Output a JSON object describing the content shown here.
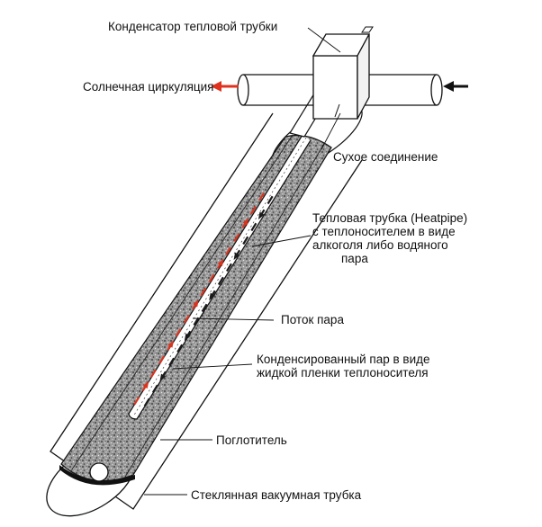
{
  "labels": {
    "condenser": "Конденсатор тепловой трубки",
    "solar_circulation": "Солнечная циркуляция",
    "dry_connection": "Сухое соединение",
    "heatpipe_line1": "Тепловая трубка (Heatpipe)",
    "heatpipe_line2": "с теплоносителем в виде",
    "heatpipe_line3": "алкоголя либо водяного",
    "heatpipe_line4": "пара",
    "vapor_flow": "Поток пара",
    "condensed_line1": "Конденсированный пар в виде",
    "condensed_line2": "жидкой пленки теплоносителя",
    "absorber": "Поглотитель",
    "glass_tube": "Стеклянная вакуумная трубка"
  },
  "colors": {
    "outline": "#111111",
    "absorber_fill": "#8a8a8a",
    "vapor_arrow": "#d8341f",
    "condensate_arrow": "#1a1a1a",
    "outflow_arrow": "#e0301e"
  },
  "icons": {
    "outflow": "arrow-left",
    "inflow": "arrow-left"
  }
}
